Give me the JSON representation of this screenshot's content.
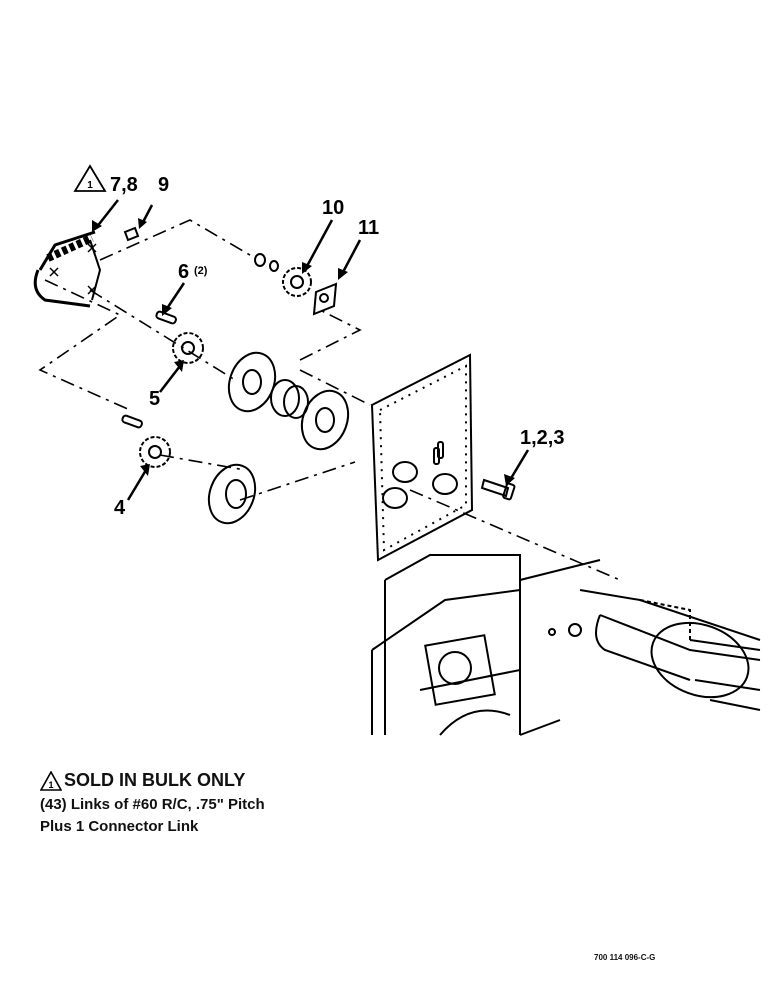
{
  "callouts": {
    "c78": "7,8",
    "c9": "9",
    "c10": "10",
    "c11": "11",
    "c6": "6",
    "c6qty": "(2)",
    "c5": "5",
    "c4": "4",
    "c123": "1,2,3"
  },
  "triangle_marks": {
    "diagram": "1",
    "note": "1"
  },
  "note": {
    "title": "SOLD IN BULK ONLY",
    "line1": "(43) Links of #60 R/C, .75\" Pitch",
    "line2": "Plus 1 Connector Link"
  },
  "drawing_code": "700 114 096-C-G"
}
